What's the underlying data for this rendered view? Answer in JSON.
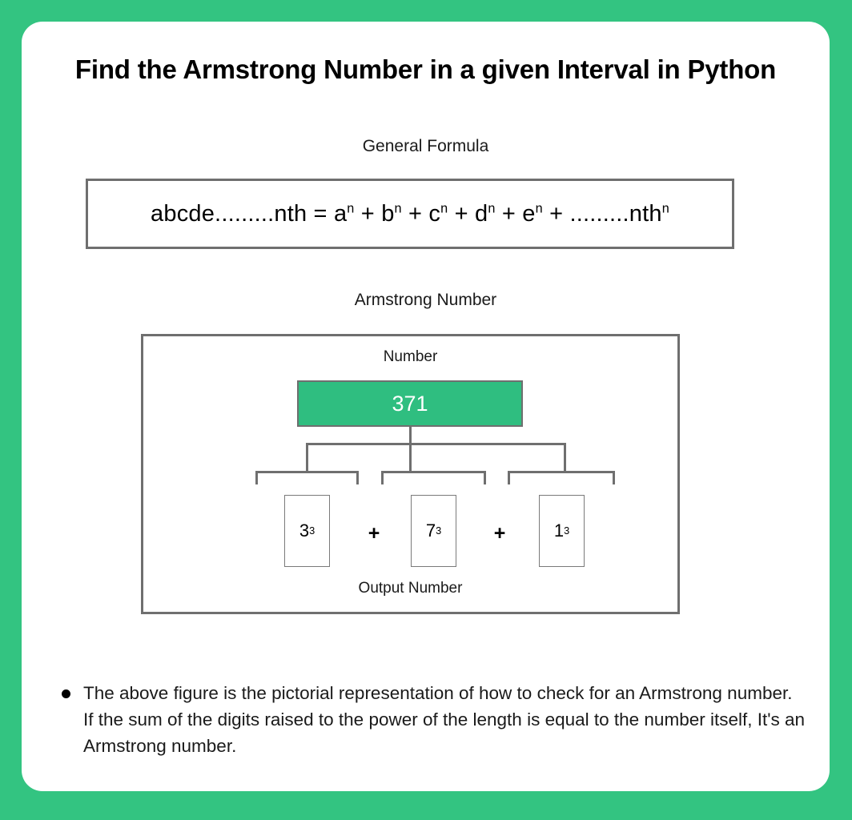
{
  "page": {
    "background_color": "#33c481",
    "card_color": "#ffffff",
    "title": "Find the Armstrong Number in a given Interval in Python"
  },
  "general_formula": {
    "caption": "General Formula",
    "expression_plain": "abcde.........nth = a^n + b^n + c^n + d^n + e^n + .........nth^n",
    "parts": {
      "lhs": "abcde.........nth",
      "equals": " = ",
      "t1_base": "a",
      "t1_exp": "n",
      "op1": " + ",
      "t2_base": "b",
      "t2_exp": "n",
      "op2": " + ",
      "t3_base": "c",
      "t3_exp": "n",
      "op3": " + ",
      "t4_base": "d",
      "t4_exp": "n",
      "op4": " + ",
      "t5_base": "e",
      "t5_exp": "n",
      "op5": " + ",
      "t6_base": ".........nth",
      "t6_exp": "n"
    }
  },
  "diagram": {
    "caption": "Armstrong Number",
    "top_label": "Number",
    "bottom_label": "Output Number",
    "number_value": "371",
    "number_box_color": "#2fbe80",
    "number_text_color": "#ffffff",
    "border_color": "#6f6f6f",
    "terms": [
      {
        "base": "3",
        "exponent": "3"
      },
      {
        "base": "7",
        "exponent": "3"
      },
      {
        "base": "1",
        "exponent": "3"
      }
    ],
    "operators": [
      "+",
      "+"
    ]
  },
  "note": {
    "bullet": "●",
    "text": "The above figure is the pictorial representation of how to check for an Armstrong number. If the sum of the digits raised to the power of the length is equal to the number itself, It's an Armstrong number."
  }
}
